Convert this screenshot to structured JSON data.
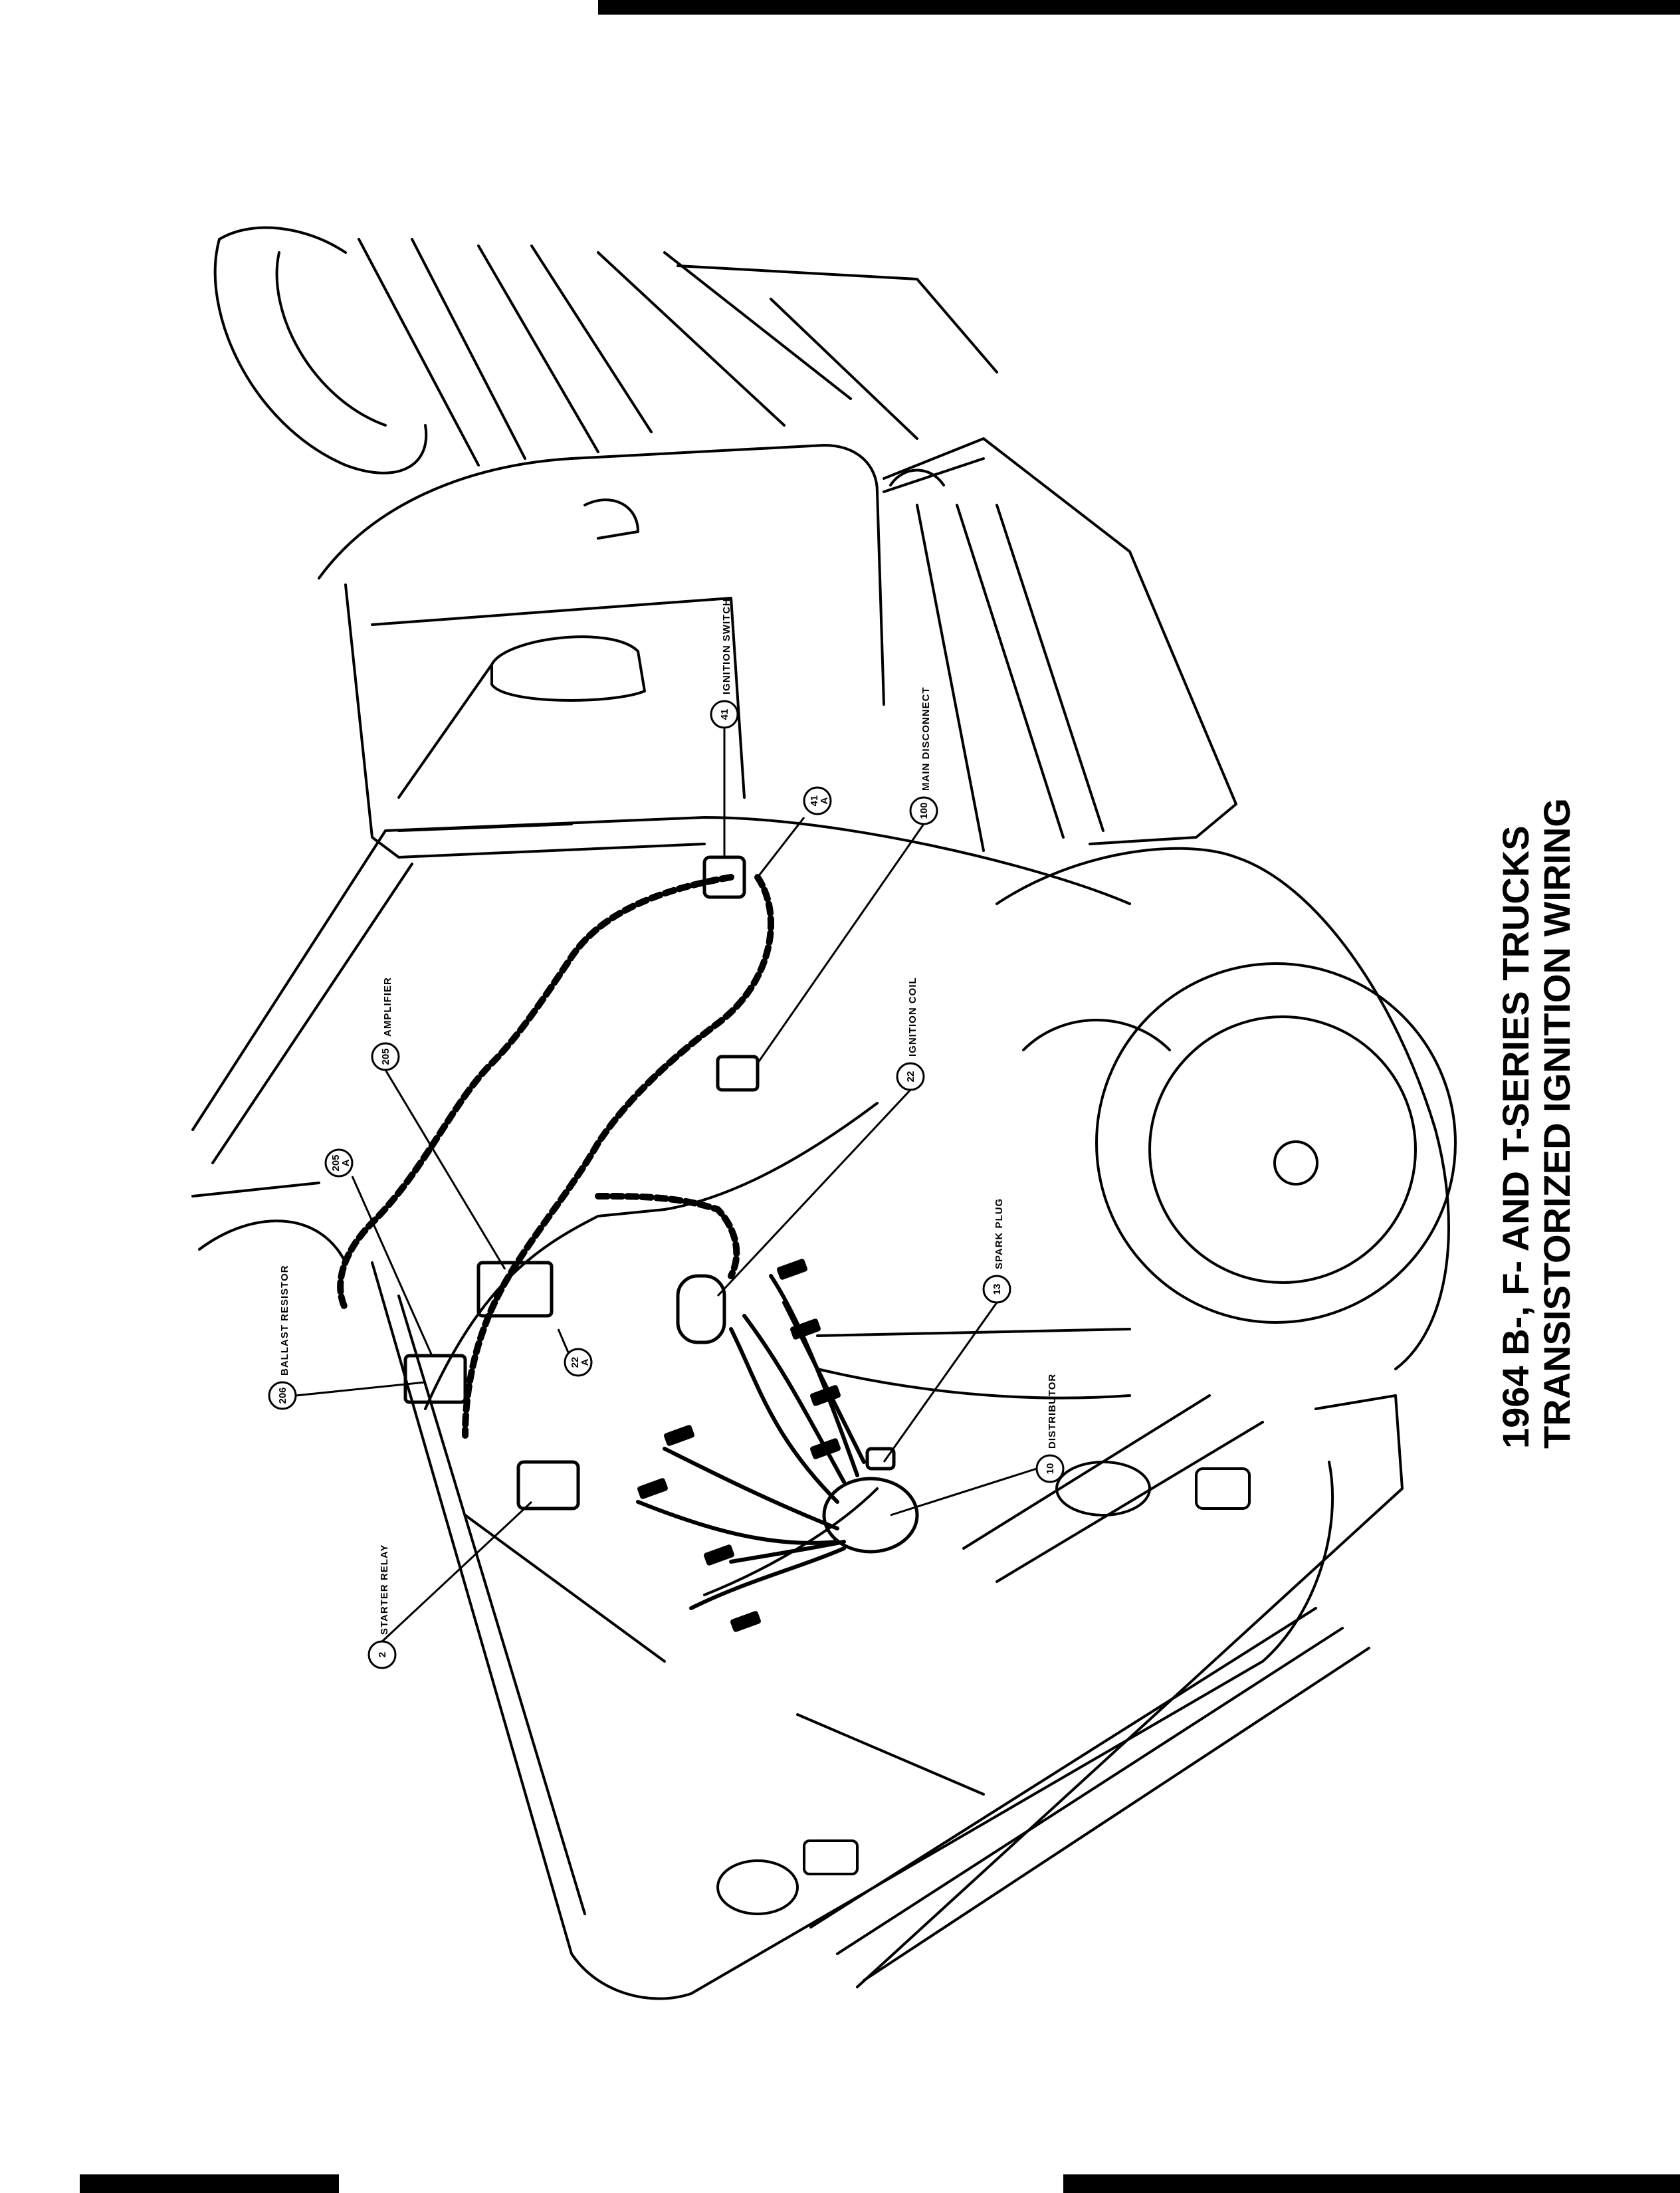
{
  "title": {
    "line1": "1964 B-, F- AND T-SERIES TRUCKS",
    "line2": "TRANSISTORIZED IGNITION WIRING"
  },
  "callouts": {
    "ignition_switch": {
      "num": "41",
      "label": "IGNITION SWITCH"
    },
    "ignition_switch_a": {
      "num": "41",
      "sub": "A"
    },
    "main_disconnect": {
      "num": "100",
      "label": "MAIN DISCONNECT"
    },
    "amplifier": {
      "num": "205",
      "label": "AMPLIFIER"
    },
    "amplifier_a": {
      "num": "205",
      "sub": "A"
    },
    "ignition_coil": {
      "num": "22",
      "label": "IGNITION COIL"
    },
    "ignition_coil_a": {
      "num": "22",
      "sub": "A"
    },
    "spark_plug": {
      "num": "13",
      "label": "SPARK PLUG"
    },
    "ballast_resistor": {
      "num": "206",
      "label": "BALLAST RESISTOR"
    },
    "distributor": {
      "num": "10",
      "label": "DISTRIBUTOR"
    },
    "starter_relay": {
      "num": "2",
      "label": "STARTER RELAY"
    }
  }
}
